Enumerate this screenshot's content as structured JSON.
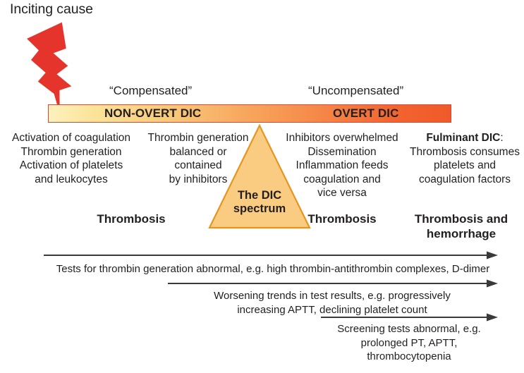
{
  "diagram": {
    "title_text": "Inciting cause",
    "icon": "lightning-bolt-icon",
    "colors": {
      "bolt_red": "#e5342c",
      "bar_border": "#d24a3a",
      "bar_gradient_start": "#fdf2bd",
      "bar_gradient_end": "#f05a28",
      "triangle_fill": "#f9cc82",
      "triangle_stroke": "#e8941f",
      "text": "#231f20",
      "arrow": "#3a3a3a"
    }
  },
  "spectrum": {
    "quotes": {
      "left": "“Compensated”",
      "right": "“Uncompensated”"
    },
    "bar_labels": {
      "left": "NON-OVERT DIC",
      "right": "OVERT DIC"
    }
  },
  "triangle": {
    "line1": "The DIC",
    "line2": "spectrum"
  },
  "columns": [
    {
      "name": "non-overt-early",
      "lines": [
        "Activation of coagulation",
        "Thrombin generation",
        "Activation of platelets",
        "and leukocytes"
      ]
    },
    {
      "name": "non-overt-balanced",
      "lines": [
        "Thrombin generation",
        "balanced or",
        "contained",
        "by inhibitors"
      ]
    },
    {
      "name": "overt-dissemination",
      "lines": [
        "Inhibitors overwhelmed",
        "Dissemination",
        "Inflammation feeds",
        "coagulation and",
        "vice versa"
      ]
    },
    {
      "name": "fulminant",
      "heading": "Fulminant DIC",
      "heading_suffix": ":",
      "lines": [
        "Thrombosis consumes",
        "platelets and",
        "coagulation factors"
      ]
    }
  ],
  "outcomes": [
    {
      "name": "outcome-left",
      "text": "Thrombosis"
    },
    {
      "name": "outcome-middle",
      "text": "Thrombosis"
    },
    {
      "name": "outcome-right",
      "line1": "Thrombosis and",
      "line2": "hemorrhage"
    }
  ],
  "arrows": [
    {
      "name": "thrombin-generation-tests",
      "caption": "Tests for thrombin generation abnormal, e.g. high thrombin-antithrombin complexes, D-dimer"
    },
    {
      "name": "worsening-trends",
      "caption_line1": "Worsening trends in test results, e.g. progressively",
      "caption_line2": "increasing APTT, declining platelet count"
    },
    {
      "name": "screening-tests",
      "caption_line1": "Screening tests abnormal, e.g.",
      "caption_line2": "prolonged PT, APTT,",
      "caption_line3": "thrombocytopenia"
    }
  ]
}
